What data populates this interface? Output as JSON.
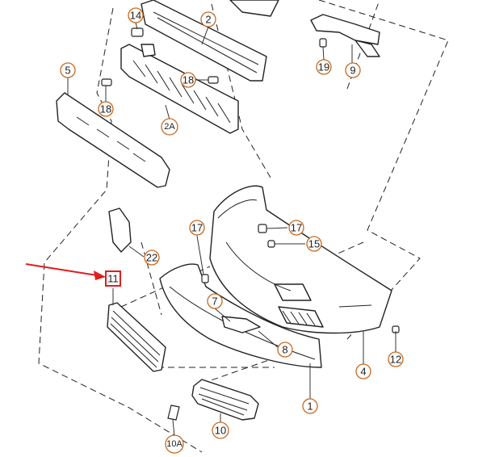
{
  "colors": {
    "callout_ring": "#c8691e",
    "callout_text": "#222222",
    "highlight_box": "#e01e1e",
    "arrow": "#e01e1e",
    "line_art": "#222222"
  },
  "callouts": {
    "c14": "14",
    "c2": "2",
    "c19": "19",
    "c9": "9",
    "c5": "5",
    "c18a": "18",
    "c18b": "18",
    "c2A": "2A",
    "c17a": "17",
    "c17b": "17",
    "c15": "15",
    "c22": "22",
    "c11": "11",
    "c7": "7",
    "c8": "8",
    "c4": "4",
    "c12": "12",
    "c1": "1",
    "c10": "10",
    "c10A": "10A"
  },
  "highlight": {
    "target_label": "11",
    "icon": "red-arrow-icon"
  }
}
